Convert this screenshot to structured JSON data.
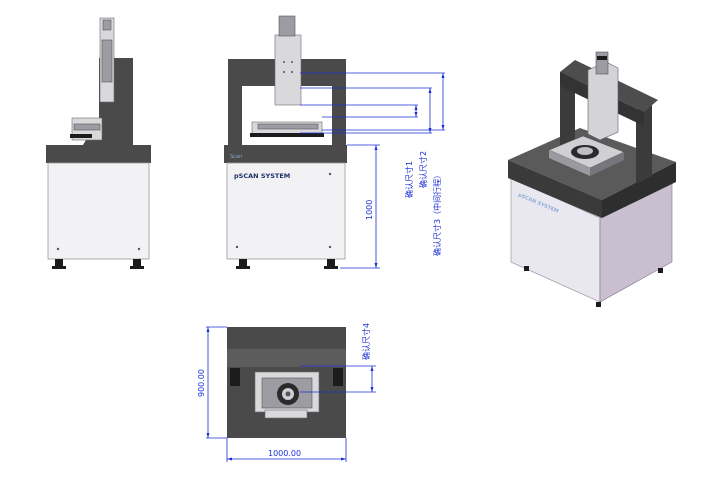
{
  "views": {
    "front": {
      "logo_text": "pSCAN SYSTEM",
      "dims": {
        "d1": "确认尺寸1",
        "d2": "确认尺寸2",
        "d3": "确认尺寸3（中间行程）",
        "height": "1000"
      }
    },
    "top": {
      "dims": {
        "d4": "确认尺寸4",
        "depth": "900.00",
        "width": "1000.00"
      }
    },
    "iso": {
      "logo_text": "pSCAN SYSTEM"
    }
  },
  "colors": {
    "dimension": "#1a2fd6",
    "granite": "#4a4a4a",
    "cabinet": "#f2f2f4",
    "iso_cabinet_front": "#e9e7ef",
    "iso_cabinet_side": "#c9bfd0"
  }
}
